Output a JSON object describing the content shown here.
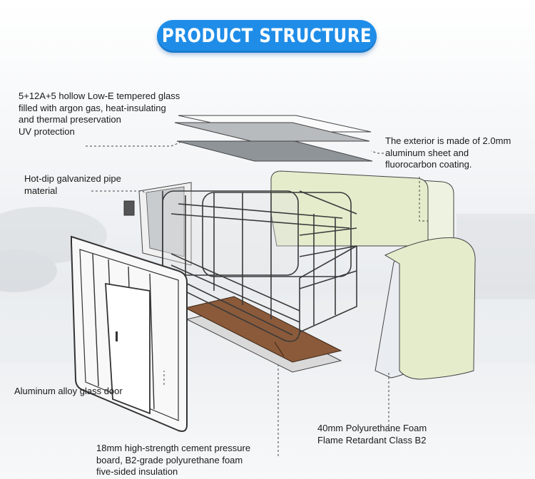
{
  "header": {
    "title": "PRODUCT STRUCTURE",
    "color": "#1f8de8"
  },
  "callouts": {
    "glass": [
      "5+12A+5 hollow Low-E tempered glass",
      "filled with argon gas, heat-insulating",
      "and thermal preservation",
      "UV protection"
    ],
    "exterior": [
      "The exterior is made of 2.0mm",
      "aluminum sheet and",
      "fluorocarbon coating."
    ],
    "pipe": [
      "Hot-dip galvanized pipe",
      "material"
    ],
    "door": [
      "Aluminum alloy glass door"
    ],
    "board": [
      "18mm high-strength cement pressure",
      "board, B2-grade polyurethane foam",
      "five-sided insulation"
    ],
    "foam": [
      "40mm Polyurethane Foam",
      "Flame Retardant Class B2"
    ]
  },
  "colors": {
    "panel_green": "#e4eccc",
    "floor_brown": "#8a5a3a",
    "glass_grey": "#8f9498",
    "frame_white": "#f4f4f4",
    "outline": "#333333"
  },
  "icons": [
    "glass-panel-icon",
    "steel-frame-icon",
    "door-icon",
    "floor-board-icon",
    "exterior-panel-icon",
    "foam-panel-icon"
  ]
}
